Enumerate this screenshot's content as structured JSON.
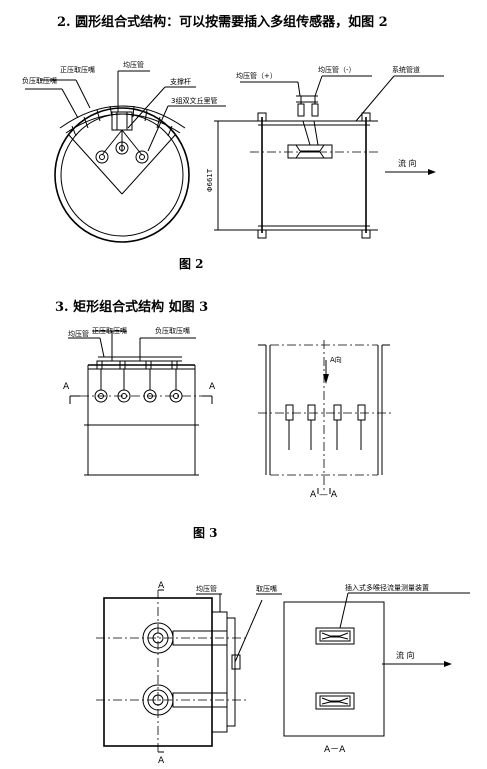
{
  "sections": {
    "fig2_heading": "2.  圆形组合式结构：可以按需要插入多组传感器，如图 2",
    "fig2_caption": "图 2",
    "fig3_heading": "3.  矩形组合式结构     如图 3",
    "fig3_caption": "图 3"
  },
  "fig2": {
    "left": {
      "positive_tap": "正压取压嘴",
      "negative_tap": "负压取压嘴",
      "equalizing_tube": "均压管",
      "support_rod": "支撑杆",
      "venturi": "3组双文丘里管"
    },
    "right": {
      "equalizing_plus": "均压管（+）",
      "equalizing_minus": "均压管（-）",
      "system_pipe": "系统管道",
      "diameter": "Φ661T",
      "flow": "流  向"
    }
  },
  "fig3": {
    "equalizing_tube": "均压管",
    "positive_tap": "正压取压嘴",
    "negative_tap": "负压取压嘴",
    "section_a": "A",
    "a_direction": "A向",
    "section_aa": "A — A"
  },
  "fig4": {
    "section_a": "A",
    "equalizing_tube": "均压管",
    "tap": "取压嘴",
    "insert_label": "插入式多喉径流量测量装置",
    "flow": "流   向",
    "section_aa": "A－A"
  }
}
